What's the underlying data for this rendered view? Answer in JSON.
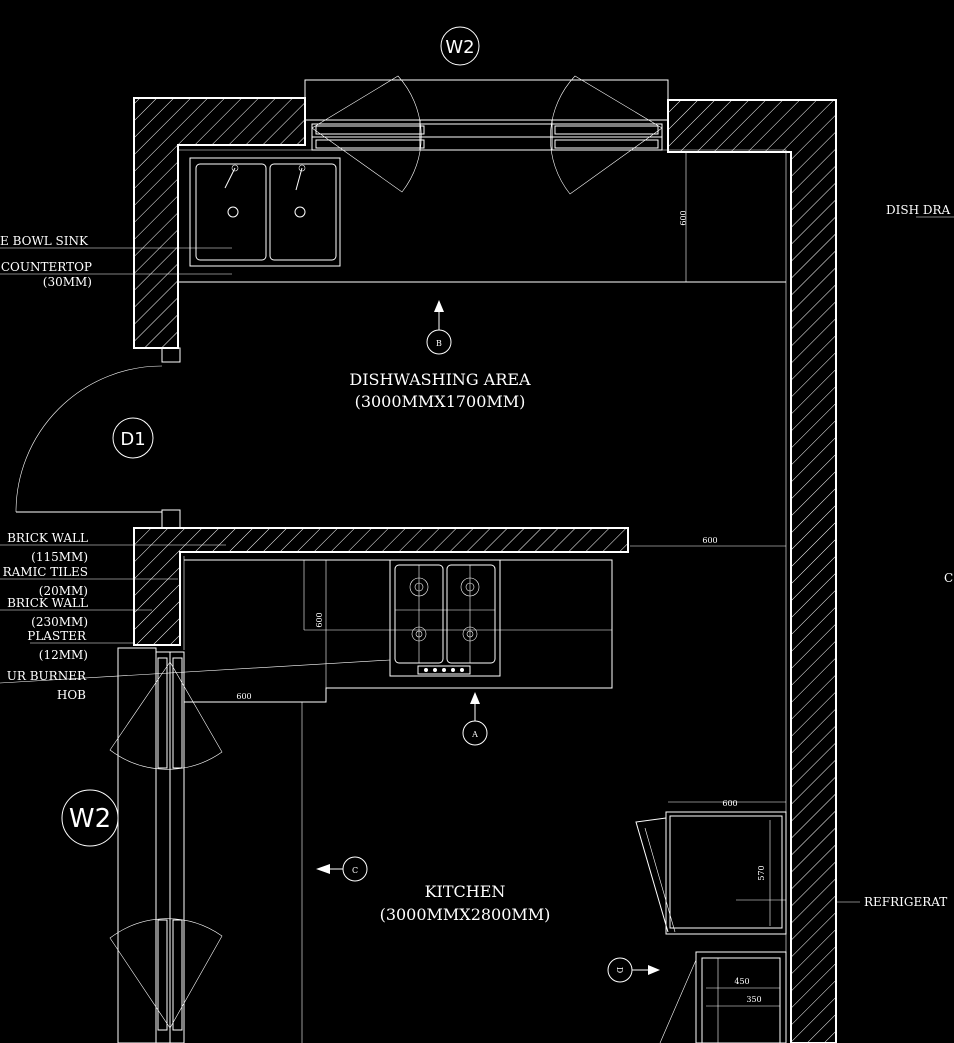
{
  "rooms": {
    "dishwashing": {
      "name": "DISHWASHING AREA",
      "size": "(3000MMX1700MM)"
    },
    "kitchen": {
      "name": "KITCHEN",
      "size": "(3000MMX2800MM)"
    }
  },
  "tags": {
    "window_top": "W2",
    "window_left": "W2",
    "door": "D1"
  },
  "section_markers": {
    "a": "A",
    "b": "B",
    "c": "C",
    "d": "D"
  },
  "notes_left": {
    "sink": "BLE BOWL SINK",
    "countertop": "E COUNTERTOP",
    "countertop_thk": "(30MM)",
    "brick115": "BRICK WALL",
    "brick115_thk": "(115MM)",
    "tiles": "RAMIC TILES",
    "tiles_thk": "(20MM)",
    "brick230": "BRICK WALL",
    "brick230_thk": "(230MM)",
    "plaster": "PLASTER",
    "plaster_thk": "(12MM)",
    "burner": "UR BURNER",
    "hob": "HOB"
  },
  "notes_right": {
    "dish_drain": "DISH DRA",
    "c_cut": "C",
    "refrigerator": "REFRIGERAT"
  },
  "dimensions": {
    "d600_top": "600",
    "d600_right": "600",
    "d600_hob": "600",
    "d600_left": "600",
    "d600_fridge": "600",
    "d570": "570",
    "d450": "450",
    "d350": "350"
  }
}
